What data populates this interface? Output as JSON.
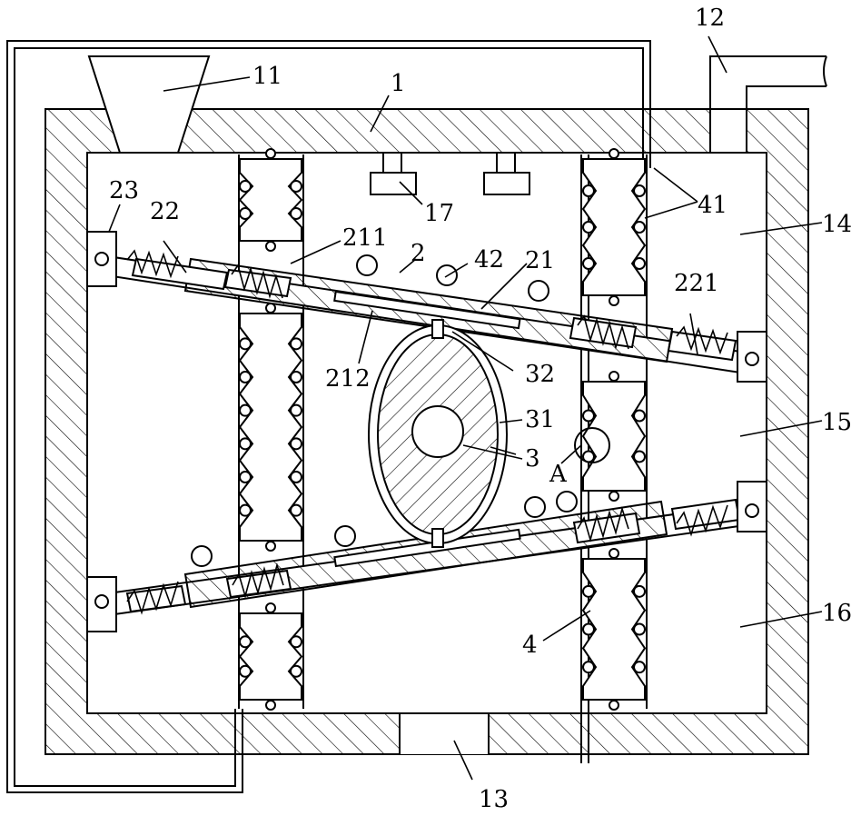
{
  "labels": {
    "l1": "1",
    "l2": "2",
    "l3": "3",
    "l4": "4",
    "l11": "11",
    "l12": "12",
    "l13": "13",
    "l14": "14",
    "l15": "15",
    "l16": "16",
    "l17": "17",
    "l21": "21",
    "l22": "22",
    "l23": "23",
    "l31": "31",
    "l32": "32",
    "l41": "41",
    "l42": "42",
    "l211": "211",
    "l212": "212",
    "l221": "221",
    "lA": "A"
  },
  "colors": {
    "line": "#000000",
    "background": "#ffffff"
  }
}
